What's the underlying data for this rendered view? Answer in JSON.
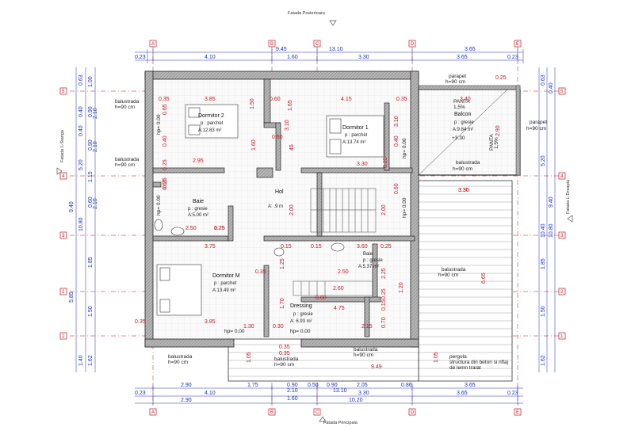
{
  "titles": {
    "top": "Fatada Posterioara",
    "bottom": "Fatada Principala",
    "left": "Fatada L-Stanga",
    "right": "Fatada L-Dreapta"
  },
  "axes_letters": [
    "A",
    "B",
    "C",
    "D",
    "E"
  ],
  "axes_numbers": [
    "5",
    "4",
    "3",
    "2",
    "1"
  ],
  "rooms": [
    {
      "name": "Dormitor 2",
      "floor": "p : parchet",
      "area": "A:12.83 m²"
    },
    {
      "name": "Dormitor 1",
      "floor": "p : parchet",
      "area": "A:13.74 m²"
    },
    {
      "name": "Balcon",
      "floor": "p : gresie",
      "area": "A:9.84 m²"
    },
    {
      "name": "Baie",
      "floor": "p : gresie",
      "area": "A:5.00 m²"
    },
    {
      "name": "Hol",
      "floor": "",
      "area": "A:  .9 m"
    },
    {
      "name": "Baie",
      "floor": "p : gresie",
      "area": "A:5.37 m²"
    },
    {
      "name": "Dormitor M",
      "floor": "p : parchet",
      "area": "A:13.49 m²"
    },
    {
      "name": "Dressing",
      "floor": "p : gresie",
      "area": "A: 6.93 m²"
    }
  ],
  "notes": {
    "parapet_top": "parapet",
    "parapet_top_h": "h=90 cm",
    "parapet_right": "parapet",
    "parapet_right_h": "h=90 cm",
    "panta1": "PANTA",
    "panta1_val": "1,5%",
    "panta2": "PANTA",
    "panta2_val": "1,5%",
    "level": "+3.30",
    "balustrada": "balustrada",
    "balustrada_h": "h=90 cm",
    "pergola1": "pergola",
    "pergola2": "structura din beton si riflaj",
    "pergola3": "de lemn tratat",
    "hp_zero": "hp= 0.00"
  },
  "top_dims_row1": [
    "0.23",
    "4.10",
    "9.45",
    "1.60",
    "13.10",
    "3.30",
    "3.65",
    "3.65",
    "0.23"
  ],
  "bottom_dims_row1": [
    "2.90",
    "1.75",
    "0.90",
    "0.50",
    "0.90",
    "2.05",
    "0.86",
    "3.65"
  ],
  "bottom_dims_row2": [
    "0.23",
    "4.10",
    "2.10",
    "1.60",
    "3.30",
    "3.65",
    "0.23"
  ],
  "bottom_dims_row3": [
    "2.90",
    "13.10",
    "10.20"
  ],
  "left_dims": [
    "0.63",
    "1.00",
    "0.40",
    "0.90",
    "2.10",
    "0.40",
    "0.90",
    "2.10",
    "5.20",
    "1.15",
    "9.40",
    "0.60",
    "2.10",
    "10.80",
    "1.85",
    "5.85",
    "1.50",
    "1.40",
    "1.62"
  ],
  "right_dims": [
    "0.63",
    "0.40",
    "5.20",
    "9.40",
    "10.40",
    "10.80",
    "1.85",
    "1.50",
    "1.62"
  ],
  "red_dims": [
    "0.35",
    "0.65",
    "3.85",
    "1.50",
    "0.60",
    "1.65",
    "4.15",
    "0.35",
    "3.40",
    "0.25",
    "0.60",
    "3.10",
    "0.40",
    "45",
    "3.10",
    "0.40",
    "2.95",
    "0.25",
    "3.30",
    "0.25",
    "2.90",
    "0.25",
    "0.65",
    "3.30",
    "0.60",
    "2.50",
    "0.25",
    "1.25",
    "2.00",
    "2.00",
    "3.75",
    "0.15",
    "0.15",
    "3.60",
    "0.25",
    "0.35",
    "1.25",
    "2.50",
    "2.25",
    "2.60",
    "0.25",
    "1.70",
    "0.60",
    "4.75",
    "3.85",
    "1.30",
    "0.30",
    "2.15",
    "0.70",
    "0.35",
    "1.05",
    "0.35",
    "0.35",
    "1.05",
    "9.49",
    "6.65",
    "3.30",
    "0.15",
    "1.20",
    "1.60"
  ]
}
